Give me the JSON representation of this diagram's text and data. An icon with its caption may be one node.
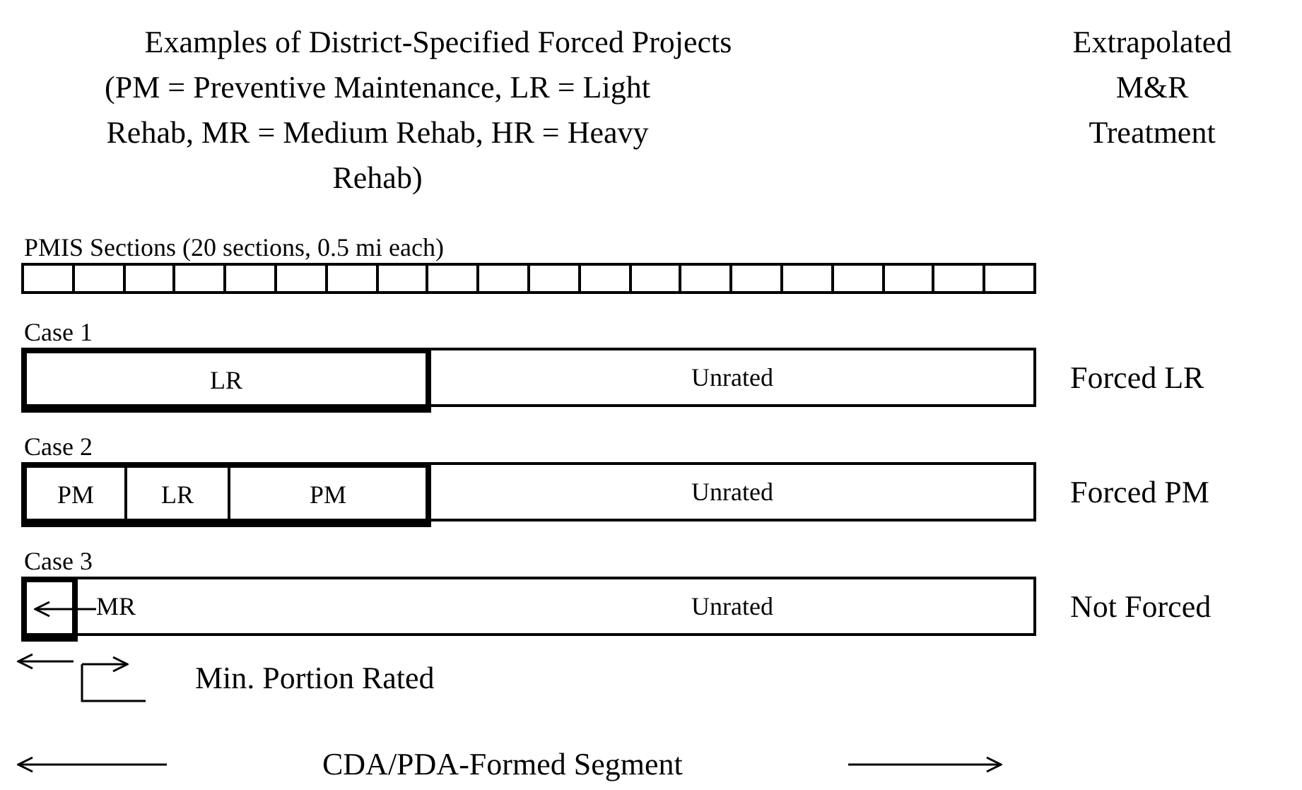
{
  "diagram": {
    "title": "Examples of District-Specified Forced Projects",
    "nodes": [
      {
        "text": [
          "PMIS Sections (20 sections, 0.5 mi each)"
        ]
      },
      {
        "text": [
          "Case 1"
        ],
        "beside": [
          "Forced LR"
        ]
      },
      {
        "text": [
          "LR"
        ],
        "in": 1
      },
      {
        "text": [
          "Unrated"
        ],
        "in": 1
      },
      {
        "text": [
          "Case 2"
        ],
        "beside": [
          "Forced PM"
        ]
      },
      {
        "text": [],
        "shape": "box",
        "in": 4
      },
      {
        "text": [
          "PM"
        ],
        "in": 5
      },
      {
        "text": [
          "LR"
        ],
        "in": 5
      },
      {
        "text": [
          "PM"
        ],
        "in": 5
      },
      {
        "text": [
          "Unrated"
        ],
        "in": 4
      },
      {
        "text": [
          "Case 3"
        ],
        "beside": [
          "Not Forced"
        ]
      },
      {
        "text": [],
        "shape": "box",
        "in": 10
      },
      {
        "text": [
          "MR"
        ],
        "in": 10
      },
      {
        "text": [
          "Unrated"
        ],
        "in": 10
      }
    ],
    "edges": [
      {
        "from": 12,
        "to": 11,
        "arrow": "to"
      }
    ],
    "labels": [
      "(PM = Preventive Maintenance, LR = Light Rehab, MR = Medium Rehab, HR = Heavy Rehab)",
      "Extrapolated M&R Treatment",
      "Min. Portion Rated",
      "CDA/PDA-Formed Segment"
    ]
  }
}
